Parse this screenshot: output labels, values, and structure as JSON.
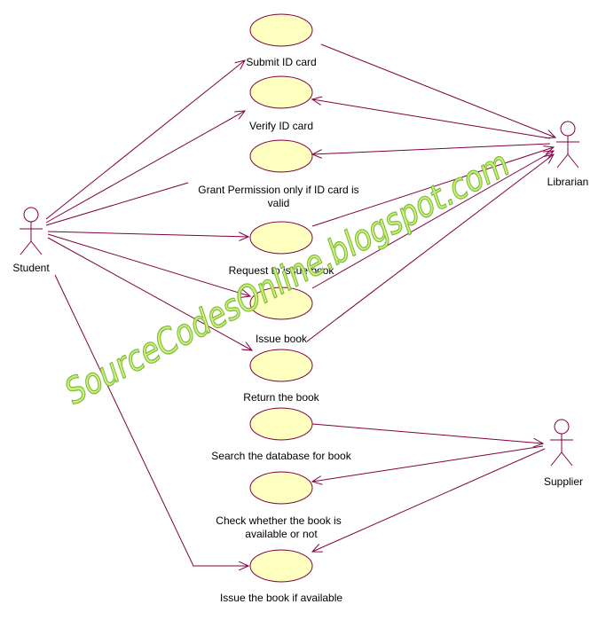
{
  "colors": {
    "line": "#800040",
    "usecase_fill": "#ffffc0",
    "usecase_stroke": "#800040",
    "actor": "#800040",
    "watermark_fill": "#c8f27a",
    "watermark_stroke": "#7fb83a"
  },
  "actors": {
    "student": "Student",
    "librarian": "Librarian",
    "supplier": "Supplier"
  },
  "use_cases": {
    "submit_id": "Submit ID card",
    "verify_id": "Verify ID card",
    "grant_line1": "Grant Permission only if ID card is",
    "grant_line2": "valid",
    "request_issue": "Request to issue book",
    "issue_book": "Issue book",
    "return_book": "Return the book",
    "search_db": "Search the database for book",
    "check_line1": "Check whether the book is",
    "check_line2": "available or not",
    "issue_if_available": "Issue the book if available"
  },
  "watermark": "SourceCodesOnline.blogspot.com"
}
